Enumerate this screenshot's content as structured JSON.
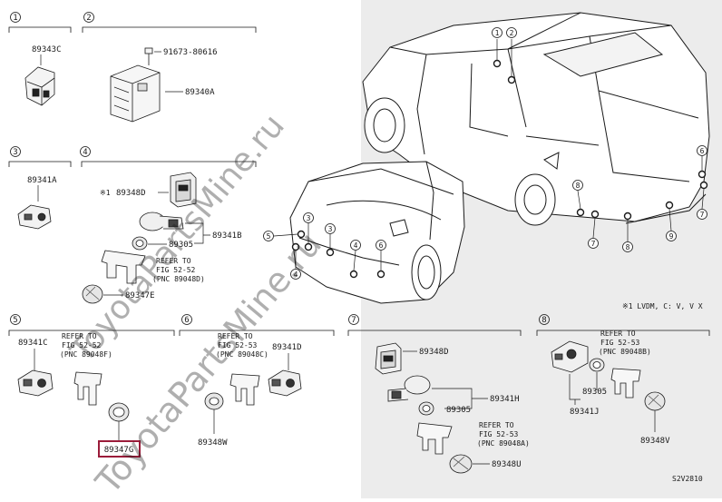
{
  "watermarks": [
    "ToyotaPartsMine.ru",
    "ToyotaPartsMine.ru"
  ],
  "sections": [
    {
      "num": "1",
      "parts": [
        "89343C"
      ]
    },
    {
      "num": "2",
      "parts": [
        "91673-80616",
        "89340A"
      ]
    },
    {
      "num": "3",
      "parts": [
        "89341A"
      ]
    },
    {
      "num": "4",
      "parts": [
        "89348D",
        "89305",
        "89341B",
        "89347E"
      ],
      "note": {
        "marker": "※1",
        "refer": "REFER TO",
        "fig": "FIG 52-52",
        "pnc": "(PNC 89048D)"
      }
    },
    {
      "num": "5",
      "parts": [
        "89341C",
        "89347G"
      ],
      "note": {
        "refer": "REFER TO",
        "fig": "FIG 52-52",
        "pnc": "(PNC 89048F)"
      },
      "highlighted": "89347G"
    },
    {
      "num": "6",
      "parts": [
        "89341D",
        "89348W"
      ],
      "note": {
        "refer": "REFER TO",
        "fig": "FIG 52-53",
        "pnc": "(PNC 89048C)"
      }
    },
    {
      "num": "7",
      "parts": [
        "89348D",
        "89341H",
        "89305",
        "89348U"
      ],
      "note": {
        "refer": "REFER TO",
        "fig": "FIG 52-53",
        "pnc": "(PNC 89048A)"
      }
    },
    {
      "num": "8",
      "parts": [
        "89341J",
        "89305",
        "89348V"
      ],
      "note": {
        "refer": "REFER TO",
        "fig": "FIG 52-53",
        "pnc": "(PNC 89048B)"
      }
    }
  ],
  "callouts": [
    "1",
    "2",
    "3",
    "4",
    "5",
    "6",
    "7",
    "8",
    "9"
  ],
  "vehicle_note": "※1 LVDM, C: V, V X",
  "diagram_code": "S2V2810",
  "colors": {
    "highlight": "#9b1c3a",
    "line": "#1a1a1a",
    "panel": "#ececec"
  }
}
